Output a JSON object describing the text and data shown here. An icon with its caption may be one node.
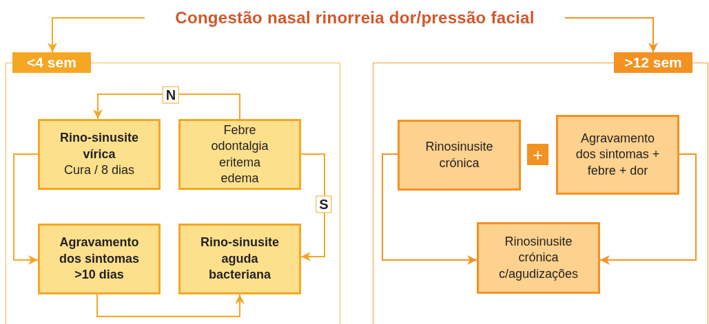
{
  "diagram": {
    "nodes": [
      {
        "text": [
          "Congestão nasal rinorreia dor/pressão facial"
        ]
      },
      {
        "text": [
          "<4 sem"
        ]
      },
      {
        "text": [
          "Rino-sinusite vírica",
          "Cura / 8 dias"
        ],
        "in": 1
      },
      {
        "text": [
          "Febre odontalgia eritema edema"
        ],
        "in": 1
      },
      {
        "text": [
          "Agravamento dos sintomas >10 dias"
        ],
        "in": 1
      },
      {
        "text": [
          "Rino-sinusite aguda bacteriana"
        ],
        "in": 1
      },
      {
        "text": [
          ">12 sem"
        ]
      },
      {
        "text": [
          "Rinosinusite crónica"
        ],
        "in": 6
      },
      {
        "text": [
          "+"
        ],
        "in": 6
      },
      {
        "text": [
          "Agravamento dos sintomas + febre + dor"
        ],
        "in": 6
      },
      {
        "text": [
          "Rinosinusite crónica c/agudizações"
        ],
        "in": 6
      }
    ],
    "edges": [
      {
        "from": 0,
        "to": 1,
        "arrow": "to"
      },
      {
        "from": 0,
        "to": 6,
        "arrow": "to",
        "color": "#f39121"
      },
      {
        "from": 3,
        "to": 2,
        "arrow": "to",
        "label": "N"
      },
      {
        "from": 3,
        "to": 5,
        "arrow": "to",
        "label": "S"
      },
      {
        "from": 2,
        "to": 4,
        "arrow": "to"
      },
      {
        "from": 4,
        "to": 5,
        "arrow": "to"
      },
      {
        "from": 7,
        "to": 10,
        "arrow": "to",
        "color": "#f39121"
      },
      {
        "from": 9,
        "to": 10,
        "arrow": "to",
        "color": "#f39121"
      }
    ]
  }
}
